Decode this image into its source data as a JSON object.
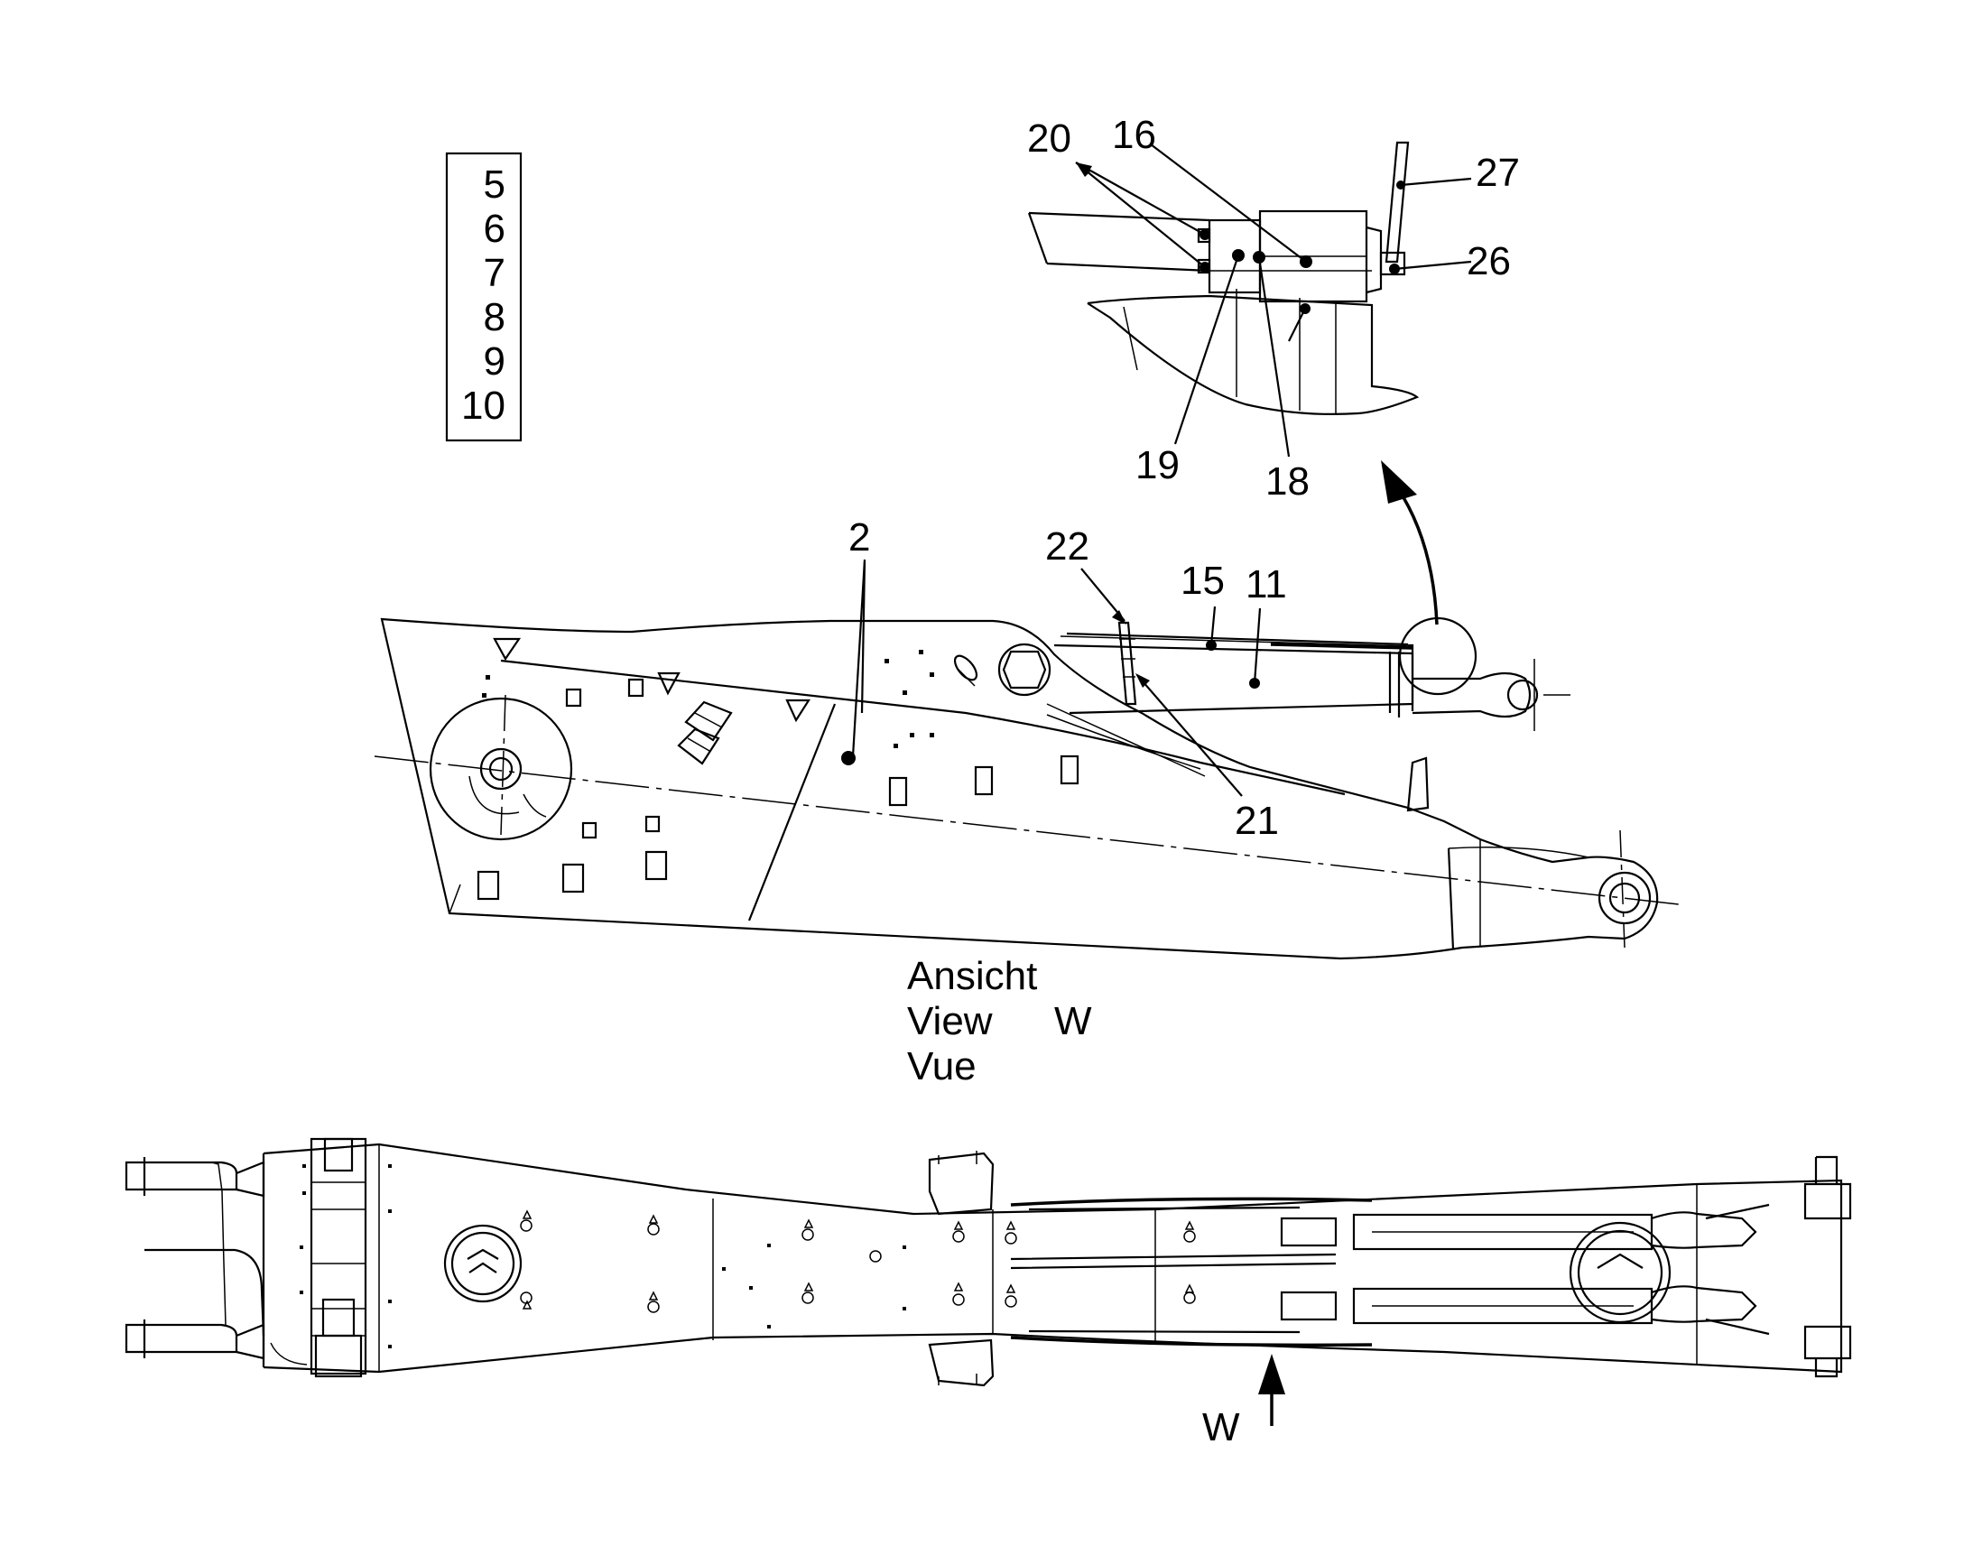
{
  "variant_list": [
    "5",
    "6",
    "7",
    "8",
    "9",
    "10"
  ],
  "callouts": {
    "c2": "2",
    "c11": "11",
    "c15": "15",
    "c16": "16",
    "c18": "18",
    "c19": "19",
    "c20": "20",
    "c21": "21",
    "c22": "22",
    "c26": "26",
    "c27": "27"
  },
  "view_caption": {
    "line1": "Ansicht",
    "line2": "View",
    "line3": "Vue",
    "letter": "W"
  },
  "view_arrow_label": "W"
}
